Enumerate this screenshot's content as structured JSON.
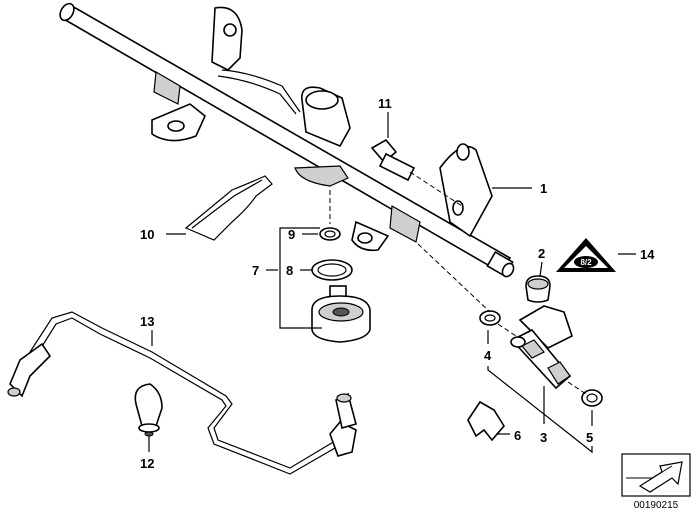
{
  "diagram": {
    "reference_number": "00190215",
    "part_labels": {
      "p1": "1",
      "p2": "2",
      "p3": "3",
      "p4": "4",
      "p5": "5",
      "p6": "6",
      "p7": "7",
      "p8": "8",
      "p9": "9",
      "p10": "10",
      "p11": "11",
      "p12": "12",
      "p13": "13",
      "p14": "14"
    },
    "warning_sign_text": "8/2"
  }
}
